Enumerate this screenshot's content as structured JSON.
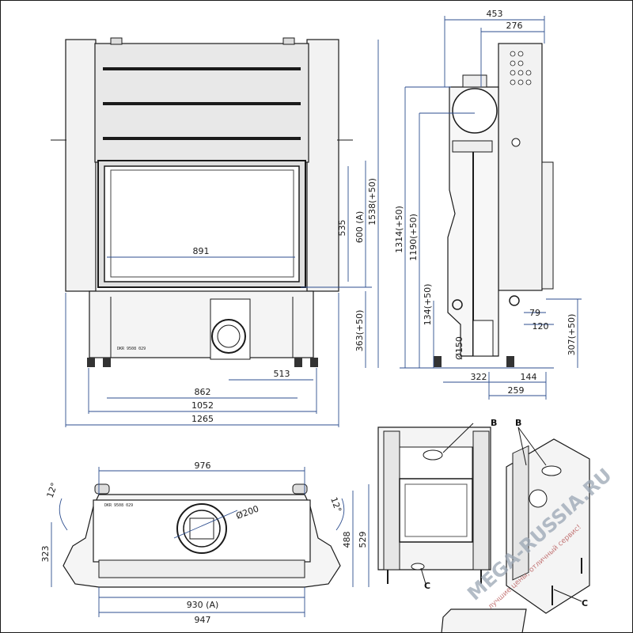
{
  "front_view": {
    "dims": {
      "glass_width": "891",
      "glass_height": "535",
      "door_height": "600 (A)",
      "total_height": "1538(+50)",
      "base_height": "363(+50)",
      "flue_offset": "513",
      "legs_width": "862",
      "base_width": "1052",
      "total_width": "1265"
    },
    "plate_text": "DKR 9508 029"
  },
  "side_view": {
    "dims": {
      "total_depth": "453",
      "body_depth": "276",
      "flue_height": "1314(+50)",
      "flue_height_alt": "1190(+50)",
      "inlet_height": "134(+50)",
      "inlet_diameter": "Ø150",
      "offset_79": "79",
      "offset_120": "120",
      "door_base_height": "307(+50)",
      "depth_322": "322",
      "depth_144": "144",
      "depth_259": "259"
    }
  },
  "top_view": {
    "dims": {
      "top_width": "976",
      "flue_diameter": "Ø200",
      "depth_488": "488",
      "depth_529": "529",
      "side_depth": "323",
      "door_width": "930 (A)",
      "front_width": "947",
      "angle_left": "12°",
      "angle_right": "12°"
    },
    "plate_text": "DKR 9508 029"
  },
  "iso_views": {
    "callouts": [
      "B",
      "B",
      "C",
      "C"
    ]
  },
  "watermark": {
    "brand": "MEGA-RUSSIA.RU",
    "tagline": "лучшие цены, отличный сервис!"
  }
}
